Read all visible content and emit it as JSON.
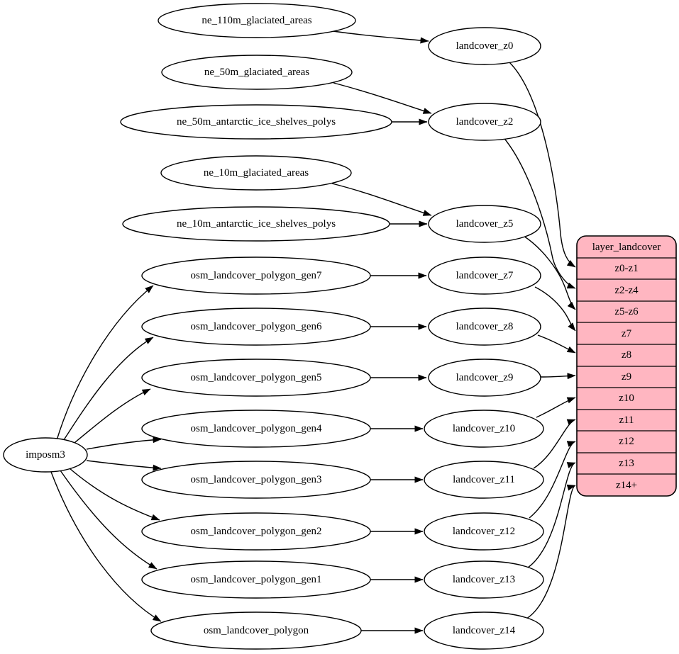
{
  "colors": {
    "node_fill": "#ffffff",
    "stroke": "#000000",
    "table_fill": "#ffb6c1"
  },
  "nodes": {
    "imposm3": "imposm3",
    "ne_110m_glaciated_areas": "ne_110m_glaciated_areas",
    "ne_50m_glaciated_areas": "ne_50m_glaciated_areas",
    "ne_50m_antarctic_ice_shelves_polys": "ne_50m_antarctic_ice_shelves_polys",
    "ne_10m_glaciated_areas": "ne_10m_glaciated_areas",
    "ne_10m_antarctic_ice_shelves_polys": "ne_10m_antarctic_ice_shelves_polys",
    "osm_landcover_polygon_gen7": "osm_landcover_polygon_gen7",
    "osm_landcover_polygon_gen6": "osm_landcover_polygon_gen6",
    "osm_landcover_polygon_gen5": "osm_landcover_polygon_gen5",
    "osm_landcover_polygon_gen4": "osm_landcover_polygon_gen4",
    "osm_landcover_polygon_gen3": "osm_landcover_polygon_gen3",
    "osm_landcover_polygon_gen2": "osm_landcover_polygon_gen2",
    "osm_landcover_polygon_gen1": "osm_landcover_polygon_gen1",
    "osm_landcover_polygon": "osm_landcover_polygon",
    "landcover_z0": "landcover_z0",
    "landcover_z2": "landcover_z2",
    "landcover_z5": "landcover_z5",
    "landcover_z7": "landcover_z7",
    "landcover_z8": "landcover_z8",
    "landcover_z9": "landcover_z9",
    "landcover_z10": "landcover_z10",
    "landcover_z11": "landcover_z11",
    "landcover_z12": "landcover_z12",
    "landcover_z13": "landcover_z13",
    "landcover_z14": "landcover_z14"
  },
  "table": {
    "title": "layer_landcover",
    "rows": [
      "z0-z1",
      "z2-z4",
      "z5-z6",
      "z7",
      "z8",
      "z9",
      "z10",
      "z11",
      "z12",
      "z13",
      "z14+"
    ]
  },
  "edges": [
    {
      "from": "ne_110m_glaciated_areas",
      "to": "landcover_z0"
    },
    {
      "from": "ne_50m_glaciated_areas",
      "to": "landcover_z2"
    },
    {
      "from": "ne_50m_antarctic_ice_shelves_polys",
      "to": "landcover_z2"
    },
    {
      "from": "ne_10m_glaciated_areas",
      "to": "landcover_z5"
    },
    {
      "from": "ne_10m_antarctic_ice_shelves_polys",
      "to": "landcover_z5"
    },
    {
      "from": "imposm3",
      "to": "osm_landcover_polygon_gen7"
    },
    {
      "from": "imposm3",
      "to": "osm_landcover_polygon_gen6"
    },
    {
      "from": "imposm3",
      "to": "osm_landcover_polygon_gen5"
    },
    {
      "from": "imposm3",
      "to": "osm_landcover_polygon_gen4"
    },
    {
      "from": "imposm3",
      "to": "osm_landcover_polygon_gen3"
    },
    {
      "from": "imposm3",
      "to": "osm_landcover_polygon_gen2"
    },
    {
      "from": "imposm3",
      "to": "osm_landcover_polygon_gen1"
    },
    {
      "from": "imposm3",
      "to": "osm_landcover_polygon"
    },
    {
      "from": "osm_landcover_polygon_gen7",
      "to": "landcover_z7"
    },
    {
      "from": "osm_landcover_polygon_gen6",
      "to": "landcover_z8"
    },
    {
      "from": "osm_landcover_polygon_gen5",
      "to": "landcover_z9"
    },
    {
      "from": "osm_landcover_polygon_gen4",
      "to": "landcover_z10"
    },
    {
      "from": "osm_landcover_polygon_gen3",
      "to": "landcover_z11"
    },
    {
      "from": "osm_landcover_polygon_gen2",
      "to": "landcover_z12"
    },
    {
      "from": "osm_landcover_polygon_gen1",
      "to": "landcover_z13"
    },
    {
      "from": "osm_landcover_polygon",
      "to": "landcover_z14"
    },
    {
      "from": "landcover_z0",
      "to": "layer_landcover.z0-z1"
    },
    {
      "from": "landcover_z2",
      "to": "layer_landcover.z2-z4"
    },
    {
      "from": "landcover_z5",
      "to": "layer_landcover.z5-z6"
    },
    {
      "from": "landcover_z7",
      "to": "layer_landcover.z7"
    },
    {
      "from": "landcover_z8",
      "to": "layer_landcover.z8"
    },
    {
      "from": "landcover_z9",
      "to": "layer_landcover.z9"
    },
    {
      "from": "landcover_z10",
      "to": "layer_landcover.z10"
    },
    {
      "from": "landcover_z11",
      "to": "layer_landcover.z11"
    },
    {
      "from": "landcover_z12",
      "to": "layer_landcover.z12"
    },
    {
      "from": "landcover_z13",
      "to": "layer_landcover.z13"
    },
    {
      "from": "landcover_z14",
      "to": "layer_landcover.z14+"
    }
  ]
}
